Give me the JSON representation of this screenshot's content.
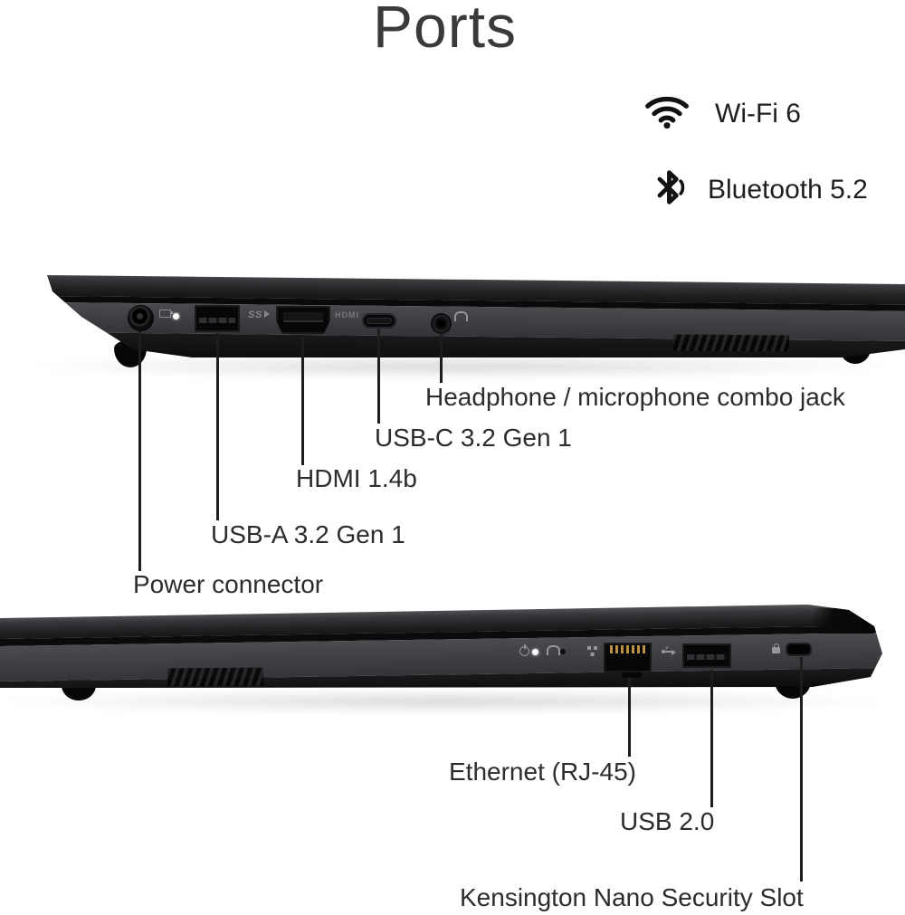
{
  "title": "Ports",
  "wireless": [
    {
      "icon": "wifi-icon",
      "label": "Wi-Fi 6"
    },
    {
      "icon": "bluetooth-icon",
      "label": "Bluetooth 5.2"
    }
  ],
  "left_side_view": {
    "description": "laptop left side profile with annotated ports",
    "ports": [
      {
        "id": "power-connector",
        "label": "Power connector"
      },
      {
        "id": "usb-a",
        "label": "USB-A 3.2 Gen 1",
        "marking": "SS"
      },
      {
        "id": "hdmi",
        "label": "HDMI 1.4b",
        "marking": "HDMI"
      },
      {
        "id": "usb-c",
        "label": "USB-C 3.2 Gen 1"
      },
      {
        "id": "headphone-jack",
        "label": "Headphone / microphone combo jack"
      }
    ]
  },
  "right_side_view": {
    "description": "laptop right side profile with annotated ports",
    "ports": [
      {
        "id": "ethernet",
        "label": "Ethernet (RJ-45)"
      },
      {
        "id": "usb-2-0",
        "label": "USB 2.0"
      },
      {
        "id": "kensington",
        "label": "Kensington Nano Security Slot"
      }
    ]
  },
  "colors": {
    "background": "#ffffff",
    "text": "#2c2c2c",
    "title_text": "#3a3a3a",
    "callout_line": "#1d1d1d",
    "laptop_base_gray": "#3f3f43",
    "laptop_bottom_black": "#0b0b0c",
    "ethernet_pins_gold": "#bb913e",
    "led_white": "#fafafa"
  }
}
